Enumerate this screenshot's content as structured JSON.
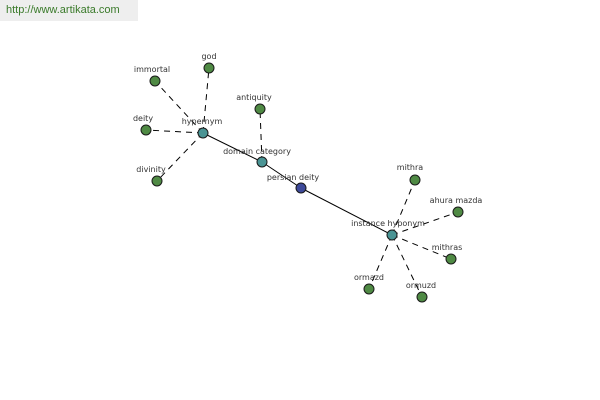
{
  "banner": {
    "url": "http://www.artikata.com"
  },
  "colors": {
    "leaf": "#4f8a44",
    "relation": "#4a9494",
    "center": "#3e4a9a"
  },
  "nodes": [
    {
      "id": "persian-deity",
      "label": "persian deity",
      "kind": "center"
    },
    {
      "id": "hypernym",
      "label": "hypernym",
      "kind": "relation"
    },
    {
      "id": "domain-category",
      "label": "domain category",
      "kind": "relation"
    },
    {
      "id": "instance-hyponym",
      "label": "instance hyponym",
      "kind": "relation"
    },
    {
      "id": "immortal",
      "label": "immortal",
      "kind": "leaf"
    },
    {
      "id": "god",
      "label": "god",
      "kind": "leaf"
    },
    {
      "id": "deity",
      "label": "deity",
      "kind": "leaf"
    },
    {
      "id": "divinity",
      "label": "divinity",
      "kind": "leaf"
    },
    {
      "id": "antiquity",
      "label": "antiquity",
      "kind": "leaf"
    },
    {
      "id": "mithra",
      "label": "mithra",
      "kind": "leaf"
    },
    {
      "id": "ahura-mazda",
      "label": "ahura mazda",
      "kind": "leaf"
    },
    {
      "id": "mithras",
      "label": "mithras",
      "kind": "leaf"
    },
    {
      "id": "ormazd",
      "label": "ormazd",
      "kind": "leaf"
    },
    {
      "id": "ormuzd",
      "label": "ormuzd",
      "kind": "leaf"
    }
  ],
  "edges": [
    {
      "from": "hypernym",
      "to": "domain-category",
      "style": "solid"
    },
    {
      "from": "domain-category",
      "to": "persian-deity",
      "style": "solid"
    },
    {
      "from": "persian-deity",
      "to": "instance-hyponym",
      "style": "solid"
    },
    {
      "from": "hypernym",
      "to": "immortal",
      "style": "dashed"
    },
    {
      "from": "hypernym",
      "to": "god",
      "style": "dashed"
    },
    {
      "from": "hypernym",
      "to": "deity",
      "style": "dashed"
    },
    {
      "from": "hypernym",
      "to": "divinity",
      "style": "dashed"
    },
    {
      "from": "domain-category",
      "to": "antiquity",
      "style": "dashed"
    },
    {
      "from": "instance-hyponym",
      "to": "mithra",
      "style": "dashed"
    },
    {
      "from": "instance-hyponym",
      "to": "ahura-mazda",
      "style": "dashed"
    },
    {
      "from": "instance-hyponym",
      "to": "mithras",
      "style": "dashed"
    },
    {
      "from": "instance-hyponym",
      "to": "ormazd",
      "style": "dashed"
    },
    {
      "from": "instance-hyponym",
      "to": "ormuzd",
      "style": "dashed"
    }
  ]
}
